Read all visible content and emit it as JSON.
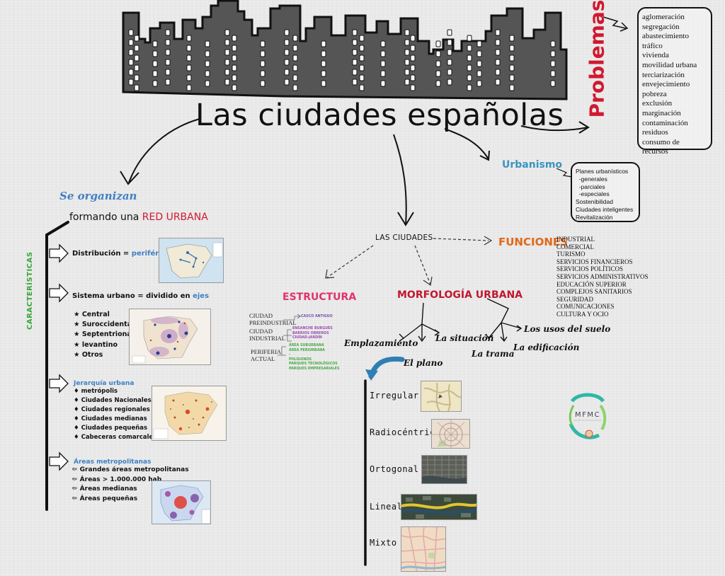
{
  "title": "Las ciudades españolas",
  "problemas": {
    "title": "Problemas",
    "items": [
      "aglomeración",
      "segregación",
      "abastecimiento",
      "tráfico",
      "vivienda",
      "movilidad urbana",
      "terciarización",
      "envejecimiento",
      "pobreza",
      "exclusión",
      "marginación",
      "contaminación",
      "residuos",
      "consumo de recursos"
    ]
  },
  "urbanismo": {
    "title": "Urbanismo",
    "items": [
      "Planes urbanísticos",
      "  -generales",
      "  -parciales",
      "  -especiales",
      "Sostenibilidad",
      "Ciudades inteligentes",
      "Revitalización"
    ]
  },
  "se_organizan": "Se organizan",
  "formando": {
    "prefix": "formando una ",
    "highlight": "RED URBANA"
  },
  "caracteristicas": "CARACTERÍSTICAS",
  "distribucion": {
    "label": "Distribución = ",
    "value": "periférica"
  },
  "sistema": {
    "label": "Sistema urbano = dividido  en ",
    "value": "ejes",
    "items": [
      "★ Central",
      "★ Suroccidental",
      "★ Septentrional",
      "★ levantino",
      "★ Otros"
    ]
  },
  "jerarquia": {
    "title": "Jerarquía urbana",
    "items": [
      "♦ metrópolis",
      "♦ Ciudades Nacionales",
      "♦ Ciudades regionales",
      "♦ Ciudades medianas",
      "♦ Ciudades pequeñas",
      "♦ Cabeceras comarcales"
    ]
  },
  "areas": {
    "title": "Áreas metropolitanas",
    "items": [
      "✏ Grandes áreas metropolitanas",
      "✏ Áreas > 1.000.000 hab",
      "✏ Áreas medianas",
      "✏ Áreas pequeñas"
    ]
  },
  "las_ciudades": "LAS CIUDADES",
  "funciones": {
    "title": "FUNCIONES",
    "items": [
      "INDUSTRIAL",
      "COMERCIAL",
      "TURISMO",
      "SERVICIOS FINANCIEROS",
      "SERVICIOS POLÍTICOS",
      "SERVICIOS ADMINISTRATIVOS",
      "EDUCACIÓN SUPERIOR",
      "COMPLEJOS SANITARIOS",
      "SEGURIDAD",
      "COMUNICACIONES",
      "CULTURA Y OCIO"
    ]
  },
  "estructura": {
    "title": "ESTRUCTURA",
    "preindustrial": [
      "CIUDAD",
      "PREINDUSTRIAL"
    ],
    "preindustrial_tag": "CASCO ANTIGUO",
    "industrial": [
      "CIUDAD",
      "INDUSTRIAL"
    ],
    "industrial_tags": [
      "ENSANCHE BURGUÉS",
      "BARRIOS OBREROS",
      "CIUDAD-JARDÍN"
    ],
    "periferia": [
      "PERIFERIA",
      "ACTUAL"
    ],
    "periferia_tags": [
      "ÁREA SUBURBANA",
      "ÁREA PERIURBANA",
      "-",
      "POLÍGONOS",
      "PARQUES TECNOLÓGICOS",
      "PARQUES EMPRESARIALES"
    ]
  },
  "morfologia": {
    "title": "MORFOLOGÍA URBANA",
    "emplazamiento": "Emplazamiento",
    "situacion": "La situación",
    "trama": "La trama",
    "usos": "Los usos del suelo",
    "edificacion": "La edificación",
    "plano": "El plano"
  },
  "planos": [
    "Irregular",
    "Radiocéntrico",
    "Ortogonal",
    "Lineal",
    "Mixto"
  ],
  "logo_text": "MFMC",
  "colors": {
    "red": "#d1182f",
    "blue": "#3f7fc3",
    "green": "#3aa43a",
    "orange": "#e0681a",
    "pink": "#e0336a",
    "urbanismo": "#3a93c0"
  }
}
